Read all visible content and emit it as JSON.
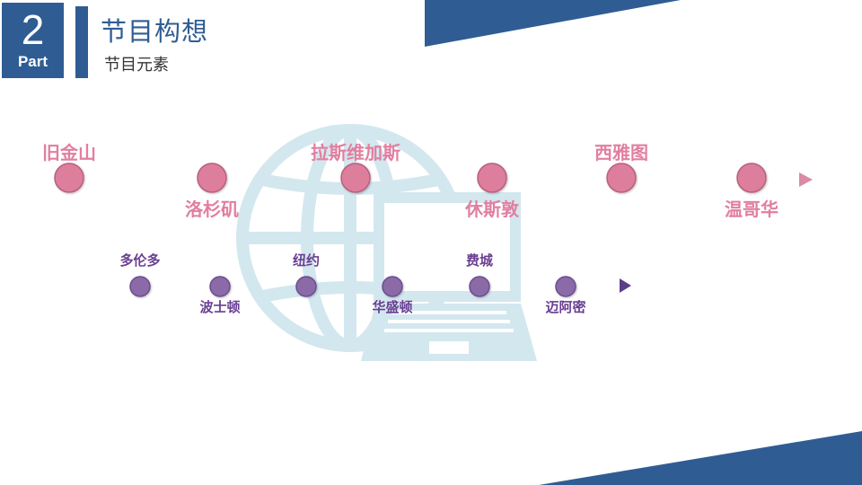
{
  "header": {
    "part_number": "2",
    "part_label": "Part",
    "title": "节目构想",
    "subtitle": "节目元素"
  },
  "colors": {
    "brand_blue": "#2f5d93",
    "pink_line": "#d98aa6",
    "pink_node": "#dc7e9c",
    "pink_label": "#e17fa0",
    "purple_line": "#5b3f88",
    "purple_node": "#8b6aa8",
    "purple_label": "#6a3f93",
    "globe": "#cfe5ee"
  },
  "timeline_pink": {
    "stops": [
      {
        "label": "旧金山",
        "label_position": "above"
      },
      {
        "label": "洛杉矶",
        "label_position": "below"
      },
      {
        "label": "拉斯维加斯",
        "label_position": "above"
      },
      {
        "label": "休斯敦",
        "label_position": "below"
      },
      {
        "label": "西雅图",
        "label_position": "above"
      },
      {
        "label": "温哥华",
        "label_position": "below"
      }
    ]
  },
  "timeline_purple": {
    "stops": [
      {
        "label": "多伦多",
        "label_position": "above"
      },
      {
        "label": "波士顿",
        "label_position": "below"
      },
      {
        "label": "纽约",
        "label_position": "above"
      },
      {
        "label": "华盛顿",
        "label_position": "below"
      },
      {
        "label": "费城",
        "label_position": "above"
      },
      {
        "label": "迈阿密",
        "label_position": "below"
      }
    ]
  }
}
